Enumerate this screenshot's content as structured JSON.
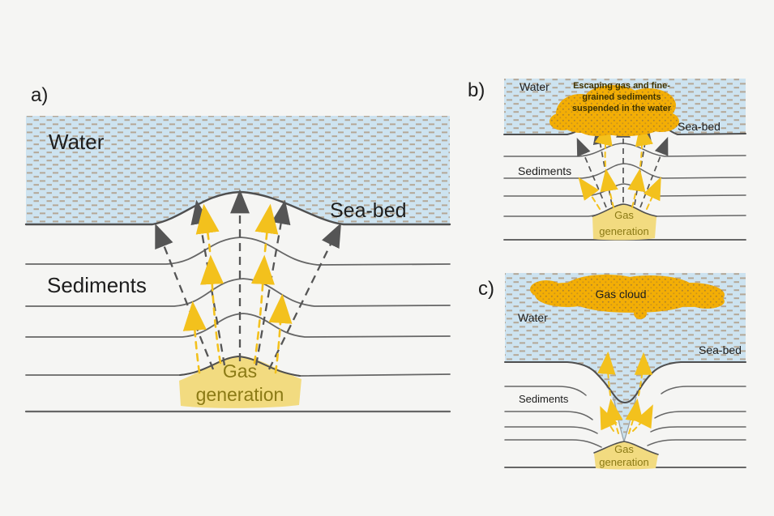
{
  "figure": {
    "description_labels_only": "three-panel seabed gas escape schematic"
  },
  "colors": {
    "background": "#f5f5f3",
    "water_fill": "#cde3f0",
    "water_dash": "#b4a796",
    "sediment_line_gray": "#666666",
    "seabed_line_gray": "#4f4f4f",
    "arrow_gray": "#555555",
    "arrow_yellow": "#f3c11d",
    "gas_blob_yellow": "#f2db80",
    "gas_blob_text": "#8b7a15",
    "gas_cloud_orange": "#f3ae05",
    "gas_cloud_dot": "#a87e2f"
  },
  "panel_a": {
    "letter": "a)",
    "water_label": "Water",
    "seabed_label": "Sea-bed",
    "sediments_label": "Sediments",
    "gas_label_line1": "Gas",
    "gas_label_line2": "generation"
  },
  "panel_b": {
    "letter": "b)",
    "water_label": "Water",
    "seabed_label": "Sea-bed",
    "sediments_label": "Sediments",
    "cloud_label_line1": "Escaping gas and fine-",
    "cloud_label_line2": "grained sediments",
    "cloud_label_line3": "suspended in the water",
    "gas_label_line1": "Gas",
    "gas_label_line2": "generation"
  },
  "panel_c": {
    "letter": "c)",
    "cloud_label": "Gas cloud",
    "water_label": "Water",
    "seabed_label": "Sea-bed",
    "sediments_label": "Sediments",
    "gas_label_line1": "Gas",
    "gas_label_line2": "generation"
  }
}
